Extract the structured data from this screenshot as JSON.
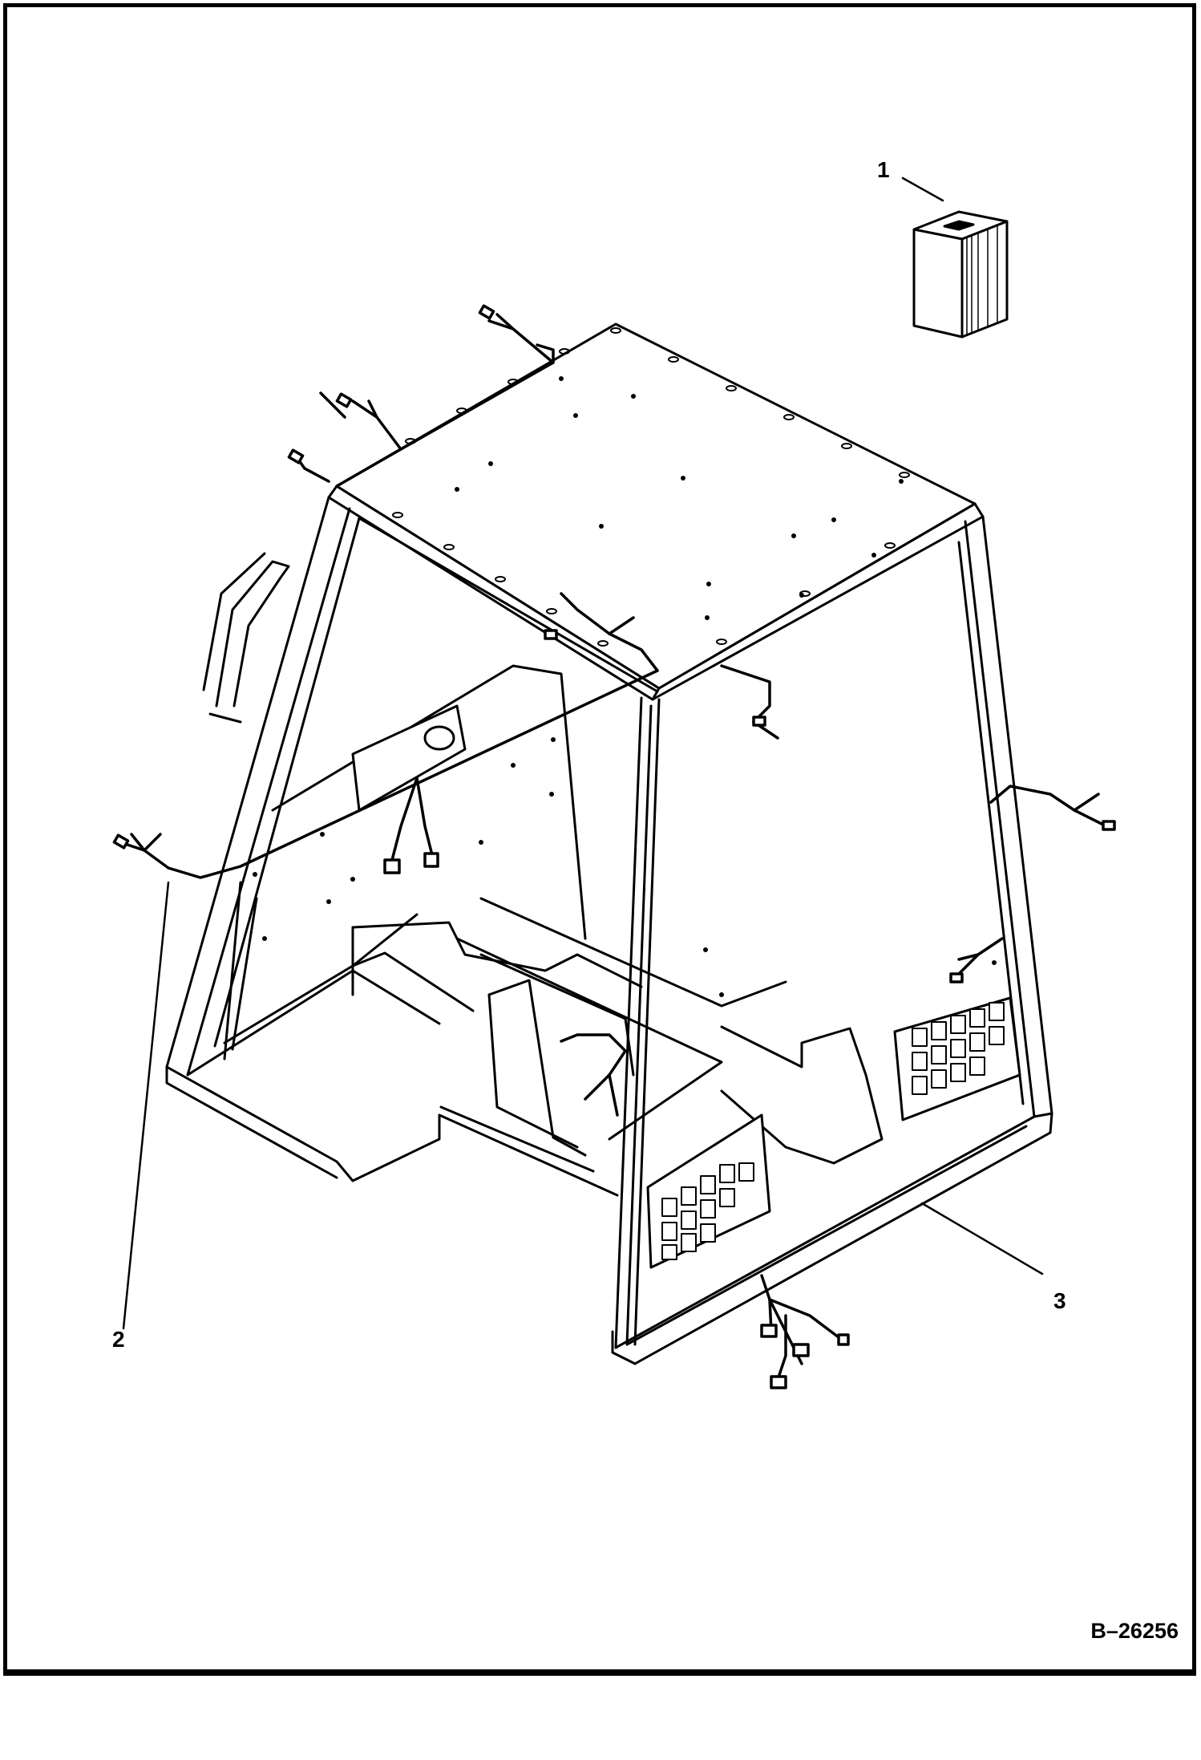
{
  "callouts": [
    {
      "id": "1",
      "part": "manual"
    },
    {
      "id": "2",
      "part": "wiring-harness"
    },
    {
      "id": "3",
      "part": "cab-frame"
    }
  ],
  "drawing_number": "B–26256"
}
